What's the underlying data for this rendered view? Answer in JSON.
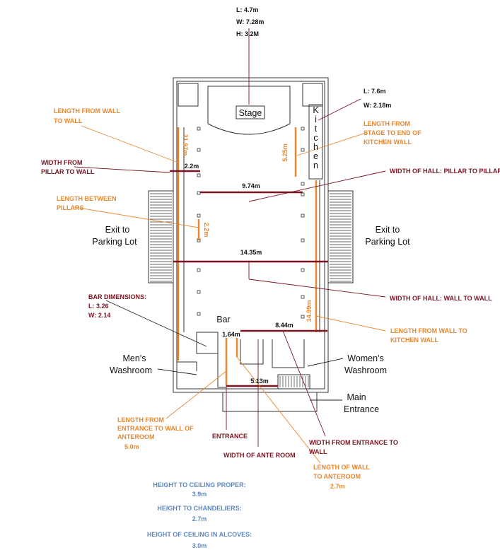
{
  "stage_dims": {
    "l": "L: 4.7m",
    "w": "W: 7.28m",
    "h": "H: 3.2M"
  },
  "kitchen_dims": {
    "l": "L: 7.6m",
    "w": "W: 2.18m"
  },
  "rooms": {
    "stage": "Stage",
    "kitchen": "Kitchen",
    "bar": "Bar",
    "exit_left_1": "Exit to",
    "exit_left_2": "Parking Lot",
    "exit_right_1": "Exit to",
    "exit_right_2": "Parking Lot",
    "mens_1": "Men's",
    "mens_2": "Washroom",
    "womens_1": "Women's",
    "womens_2": "Washroom",
    "main_1": "Main",
    "main_2": "Entrance"
  },
  "measures": {
    "m2197": "21.97m",
    "m22a": "2.2m",
    "m525": "5.25m",
    "m974": "9.74m",
    "m22b": "2.2m",
    "m1435": "14.35m",
    "m1499": "14.99m",
    "m164": "1.64m",
    "m844": "8.44m",
    "m513": "5.13m"
  },
  "callouts": {
    "wall_to_wall_1": "LENGTH FROM WALL",
    "wall_to_wall_2": "TO WALL",
    "stage_kitchen_1": "LENGTH FROM",
    "stage_kitchen_2": "STAGE TO END OF",
    "stage_kitchen_3": "KITCHEN WALL",
    "pillar_wall_1": "WIDTH FROM",
    "pillar_wall_2": "PILLAR TO WALL",
    "hall_pillar": "WIDTH OF HALL: PILLAR TO PILLAR",
    "between_pillars_1": "LENGTH BETWEEN",
    "between_pillars_2": "PILLARS",
    "bar_dims_1": "BAR DIMENSIONS:",
    "bar_dims_2": "L: 3.26",
    "bar_dims_3": "W: 2.14",
    "hall_wall": "WIDTH OF HALL: WALL TO WALL",
    "wall_kitchen_1": "LENGTH FROM WALL TO",
    "wall_kitchen_2": "KITCHEN WALL",
    "entrance_ante_1": "LENGTH FROM",
    "entrance_ante_2": "ENTRANCE TO WALL OF",
    "entrance_ante_3": "ANTEROOM",
    "entrance_ante_4": "5.0m",
    "entrance": "ENTRANCE",
    "ante_width": "WIDTH OF ANTE ROOM",
    "entrance_wall_1": "WIDTH FROM ENTRANCE TO",
    "entrance_wall_2": "WALL",
    "ante_wall_1": "LENGTH OF WALL",
    "ante_wall_2": "TO ANTEROOM",
    "ante_wall_3": "2.7m"
  },
  "heights": {
    "ceiling_label": "HEIGHT TO CEILING PROPER:",
    "ceiling_value": "3.9m",
    "chand_label": "HEIGHT TO CHANDELIERS:",
    "chand_value": "2.7m",
    "alcove_label": "HEIGHT OF CEILING IN ALCOVES:",
    "alcove_value": "3.0m"
  },
  "colors": {
    "orange": "#e8872e",
    "maroon": "#7a1420",
    "blue": "#5c88c6"
  }
}
